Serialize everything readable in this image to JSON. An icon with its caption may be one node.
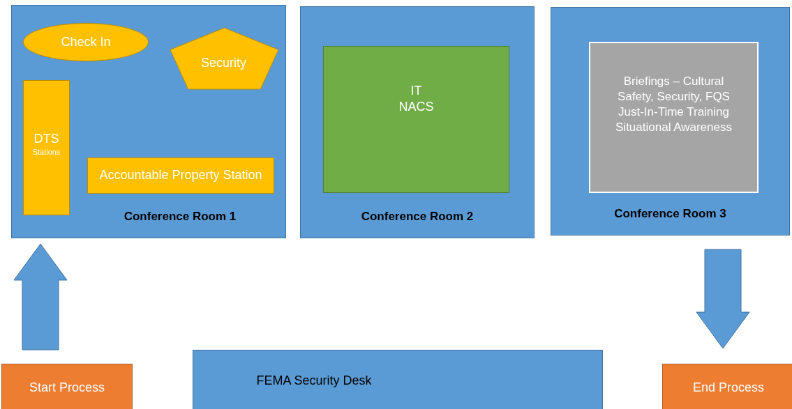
{
  "diagram": {
    "nodes": [
      {
        "text": [
          "Conference Room 1"
        ]
      },
      {
        "text": [
          "Check In"
        ],
        "in": 0
      },
      {
        "text": [
          "Security"
        ],
        "in": 0
      },
      {
        "text": [
          "DTS",
          "Stations"
        ],
        "in": 0
      },
      {
        "text": [
          "Accountable Property Station"
        ],
        "in": 0
      },
      {
        "text": [
          "Conference Room 2"
        ]
      },
      {
        "text": [
          "IT",
          "NACS"
        ],
        "in": 5
      },
      {
        "text": [
          "Conference Room 3"
        ]
      },
      {
        "text": [
          "Briefings – Cultural",
          "Safety, Security, FQS",
          "Just-In-Time Training",
          "Situational Awareness"
        ],
        "in": 7
      },
      {
        "text": [
          "Start Process"
        ]
      },
      {
        "text": [
          "FEMA Security Desk"
        ]
      },
      {
        "text": [
          "End Process"
        ]
      }
    ],
    "edges": [
      {
        "from": 9,
        "to": 0,
        "arrow": "to"
      },
      {
        "from": 7,
        "to": 11,
        "arrow": "to"
      }
    ]
  }
}
